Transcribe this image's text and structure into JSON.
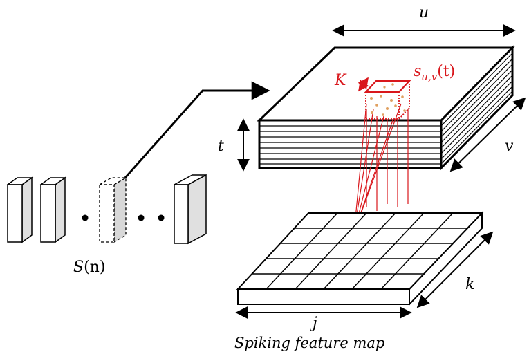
{
  "labels": {
    "u": "u",
    "v": "v",
    "t": "t",
    "k": "k",
    "j": "j",
    "K": "K",
    "s_base": "s",
    "s_sub": "u,v",
    "s_arg": "(t)",
    "S_base": "S",
    "S_arg": "(n)"
  },
  "caption": "Spiking feature map",
  "colors": {
    "ink": "#000000",
    "accent": "#d9171c",
    "frame_fill": "#e0e0e0",
    "dots": "#e0a060"
  },
  "grid": {
    "rows": 5,
    "cols": 6
  }
}
